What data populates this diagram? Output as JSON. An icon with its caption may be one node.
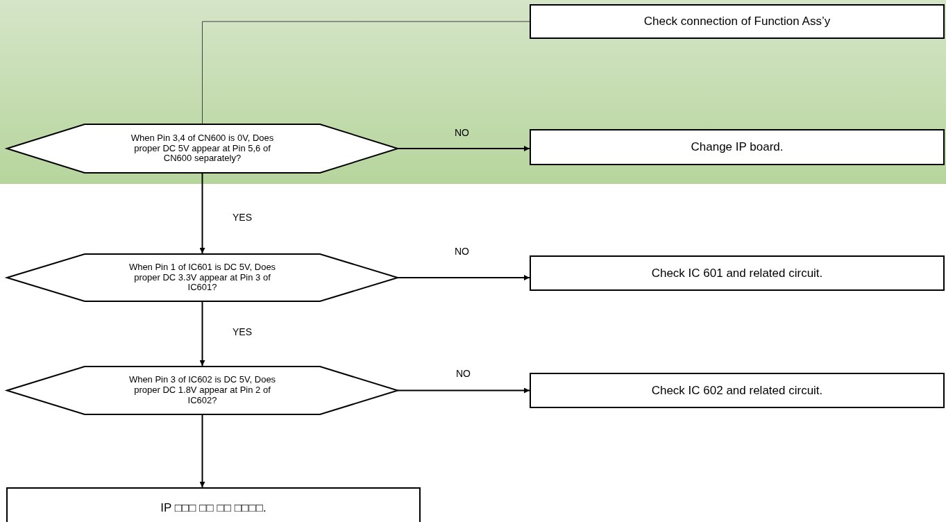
{
  "diagram": {
    "nodes": [
      {
        "text": [
          "Check connection of Function Ass’y"
        ]
      },
      {
        "text": [
          "When Pin 3,4 of CN600 is 0V, Does proper DC 5V appear at Pin 5,6 of CN600 separately?"
        ]
      },
      {
        "text": [
          "Change IP board."
        ]
      },
      {
        "text": [
          "When Pin 1 of IC601 is DC 5V, Does proper DC 3.3V appear at Pin 3 of IC601?"
        ]
      },
      {
        "text": [
          "Check IC 601 and related circuit."
        ]
      },
      {
        "text": [
          "When Pin 3 of IC602 is DC 5V, Does proper DC 1.8V appear at Pin 2 of IC602?"
        ]
      },
      {
        "text": [
          "Check IC 602 and related circuit."
        ]
      },
      {
        "text": [
          "IP □□□ □□ □□ □□□□."
        ]
      }
    ],
    "edges": [
      {
        "from": 1,
        "to": 0,
        "arrow": "none"
      },
      {
        "from": 1,
        "to": 2,
        "arrow": "to",
        "label": "NO"
      },
      {
        "from": 1,
        "to": 3,
        "arrow": "to",
        "label": "YES"
      },
      {
        "from": 3,
        "to": 4,
        "arrow": "to",
        "label": "NO"
      },
      {
        "from": 3,
        "to": 5,
        "arrow": "to",
        "label": "YES"
      },
      {
        "from": 5,
        "to": 6,
        "arrow": "to",
        "label": "NO"
      },
      {
        "from": 5,
        "to": 7,
        "arrow": "to"
      }
    ]
  }
}
